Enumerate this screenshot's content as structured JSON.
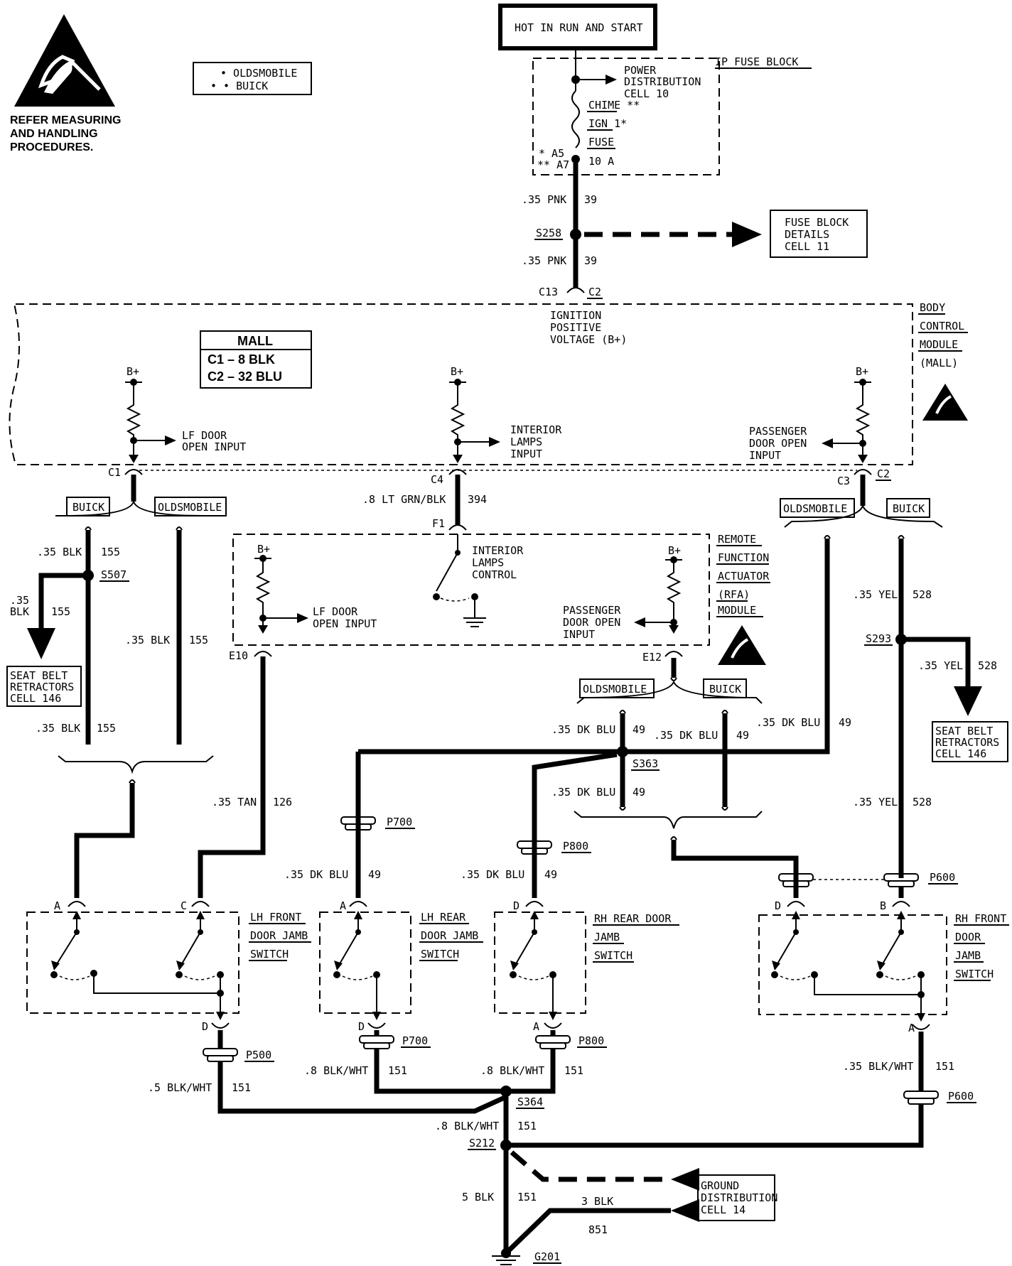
{
  "esd_note": [
    "REFER MEASURING",
    "AND HANDLING",
    "PROCEDURES."
  ],
  "legend": [
    "• OLDSMOBILE",
    "• • BUICK"
  ],
  "power_box": "HOT IN RUN AND START",
  "fuse_block": {
    "title": "IP FUSE BLOCK",
    "power_dist": [
      "POWER",
      "DISTRIBUTION",
      "CELL 10"
    ],
    "fuse_labels": [
      "CHIME **",
      "IGN 1*",
      "FUSE",
      "10 A"
    ],
    "cavities": [
      "* A5",
      "** A7"
    ]
  },
  "wire_pnk_1": ".35 PNK",
  "circuit_39a": "39",
  "splice_s258": "S258",
  "fuse_details": [
    "FUSE BLOCK",
    "DETAILS",
    "CELL 11"
  ],
  "wire_pnk_2": ".35 PNK",
  "circuit_39b": "39",
  "conn_c13": "C13",
  "conn_c2_top": "C2",
  "ign_label": [
    "IGNITION",
    "POSITIVE",
    "VOLTAGE (B+)"
  ],
  "bcm_label": [
    "BODY",
    "CONTROL",
    "MODULE",
    "(MALL)"
  ],
  "mall_box": [
    "MALL",
    "C1  –  8 BLK",
    "C2  –  32 BLU"
  ],
  "bplus": "B+",
  "lf_door_input": [
    "LF DOOR",
    "OPEN INPUT"
  ],
  "interior_lamps_input": [
    "INTERIOR",
    "LAMPS",
    "INPUT"
  ],
  "pass_door_input": [
    "PASSENGER",
    "DOOR OPEN",
    "INPUT"
  ],
  "conn_c1": "C1",
  "conn_c4": "C4",
  "conn_c3": "C3",
  "conn_c2_bcm": "C2",
  "wire_ltgrn": ".8 LT GRN/BLK",
  "circuit_394": "394",
  "conn_f1": "F1",
  "rfa_label": [
    "REMOTE",
    "FUNCTION",
    "ACTUATOR",
    "(RFA)",
    "MODULE"
  ],
  "interior_lamps_control": [
    "INTERIOR",
    "LAMPS",
    "CONTROL"
  ],
  "rfa_lf_input": [
    "LF DOOR",
    "OPEN INPUT"
  ],
  "rfa_pass_input": [
    "PASSENGER",
    "DOOR OPEN",
    "INPUT"
  ],
  "conn_e10": "E10",
  "conn_e12": "E12",
  "buick": "BUICK",
  "oldsmobile": "OLDSMOBILE",
  "wire_blk_035": ".35 BLK",
  "circuit_155": "155",
  "splice_s507": "S507",
  "wire_blk_side": [
    ".35",
    "BLK"
  ],
  "seat_belt_left": [
    "SEAT BELT",
    "RETRACTORS",
    "CELL 146"
  ],
  "wire_yel": ".35 YEL",
  "circuit_528": "528",
  "splice_s293": "S293",
  "seat_belt_right": [
    "SEAT BELT",
    "RETRACTORS",
    "CELL 146"
  ],
  "wire_dkblu": ".35 DK BLU",
  "circuit_49": "49",
  "splice_s363": "S363",
  "wire_tan": ".35 TAN",
  "circuit_126": "126",
  "conn_p700": "P700",
  "conn_p800": "P800",
  "conn_p600": "P600",
  "conn_p500": "P500",
  "pin_a": "A",
  "pin_b": "B",
  "pin_c": "C",
  "pin_d": "D",
  "lh_front": [
    "LH FRONT",
    "DOOR JAMB",
    "SWITCH"
  ],
  "lh_rear": [
    "LH REAR",
    "DOOR JAMB",
    "SWITCH"
  ],
  "rh_rear": [
    "RH REAR DOOR",
    "JAMB",
    "SWITCH"
  ],
  "rh_front": [
    "RH FRONT",
    "DOOR",
    "JAMB",
    "SWITCH"
  ],
  "wire_blkwht_5": ".5 BLK/WHT",
  "wire_blkwht_8": ".8 BLK/WHT",
  "wire_blkwht_35": ".35 BLK/WHT",
  "circuit_151": "151",
  "splice_s364": "S364",
  "splice_s212": "S212",
  "ground_dist": [
    "GROUND",
    "DISTRIBUTION",
    "CELL 14"
  ],
  "wire_5blk": "5 BLK",
  "wire_3blk": "3 BLK",
  "circuit_851": "851",
  "ground_g201": "G201"
}
